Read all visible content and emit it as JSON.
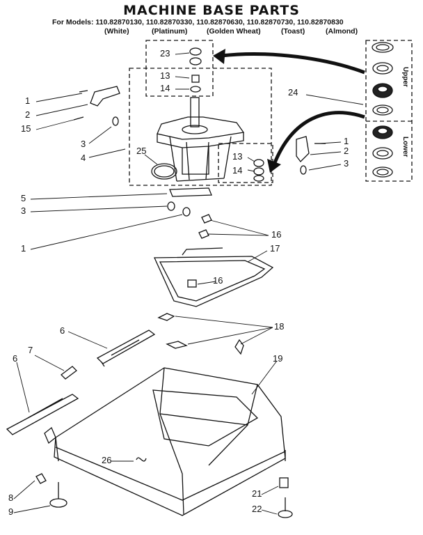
{
  "title": "MACHINE BASE PARTS",
  "models_line": "For Models: 110.82870130, 110.82870330, 110.82870630, 110.82870730, 110.82870830",
  "colors": [
    "(White)",
    "(Platinum)",
    "(Golden Wheat)",
    "(Toast)",
    "(Almond)"
  ],
  "kit_labels": {
    "upper": "Upper",
    "lower": "Lower"
  },
  "callouts": {
    "c1a": "1",
    "c2a": "2",
    "c15": "15",
    "c3a": "3",
    "c4": "4",
    "c25": "25",
    "c5": "5",
    "c3b": "3",
    "c1b": "1",
    "c23": "23",
    "c13a": "13",
    "c14a": "14",
    "c24": "24",
    "c1c": "1",
    "c2c": "2",
    "c3c": "3",
    "c13b": "13",
    "c14b": "14",
    "c16a": "16",
    "c17": "17",
    "c16b": "16",
    "c18": "18",
    "c6a": "6",
    "c7": "7",
    "c6b": "6",
    "c19": "19",
    "c26": "26",
    "c8": "8",
    "c9": "9",
    "c21": "21",
    "c22": "22"
  }
}
